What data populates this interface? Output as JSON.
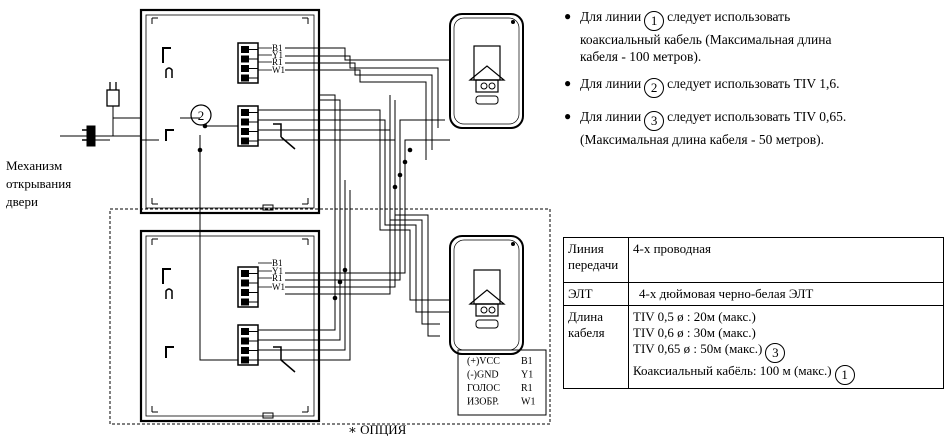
{
  "diagram": {
    "door_label_lines": [
      "Механизм",
      "открывания",
      "двери"
    ],
    "option_label": "∗ ОПЦИЯ",
    "line2_marker": "2",
    "terminals": [
      "B1",
      "Y1",
      "R1",
      "W1"
    ],
    "legend": [
      {
        "signal": "(+)VCC",
        "code": "B1"
      },
      {
        "signal": "(-)GND",
        "code": "Y1"
      },
      {
        "signal": "ГОЛОС",
        "code": "R1"
      },
      {
        "signal": "ИЗОБР.",
        "code": "W1"
      }
    ]
  },
  "notes": [
    {
      "pre": "Для линии",
      "num": "1",
      "lines": [
        "следует использовать",
        "коаксиальный кабель (Максимальная длина",
        "кабеля - 100 метров)."
      ]
    },
    {
      "pre": "Для линии",
      "num": "2",
      "lines": [
        "следует  использовать TIV 1,6."
      ]
    },
    {
      "pre": "Для линии",
      "num": "3",
      "lines": [
        "следует  использовать TIV 0,65.",
        "(Максимальная длина  кабеля - 50 метров)."
      ]
    }
  ],
  "spec_table": {
    "rows": [
      {
        "key": "Линия передачи",
        "values": [
          "4-х проводная"
        ]
      },
      {
        "key": "ЭЛТ",
        "values": [
          "4-х дюймовая  черно-белая  ЭЛТ"
        ]
      },
      {
        "key": "Длина кабеля",
        "values": [
          "TIV 0,5 ø : 20м (макс.)",
          "TIV 0,6 ø : 30м (макс.)",
          "TIV 0,65 ø : 50м (макс.)",
          "Коаксиальный кабёль: 100 м (макс.)"
        ],
        "markers": [
          "",
          "",
          "3",
          "1"
        ]
      }
    ]
  }
}
